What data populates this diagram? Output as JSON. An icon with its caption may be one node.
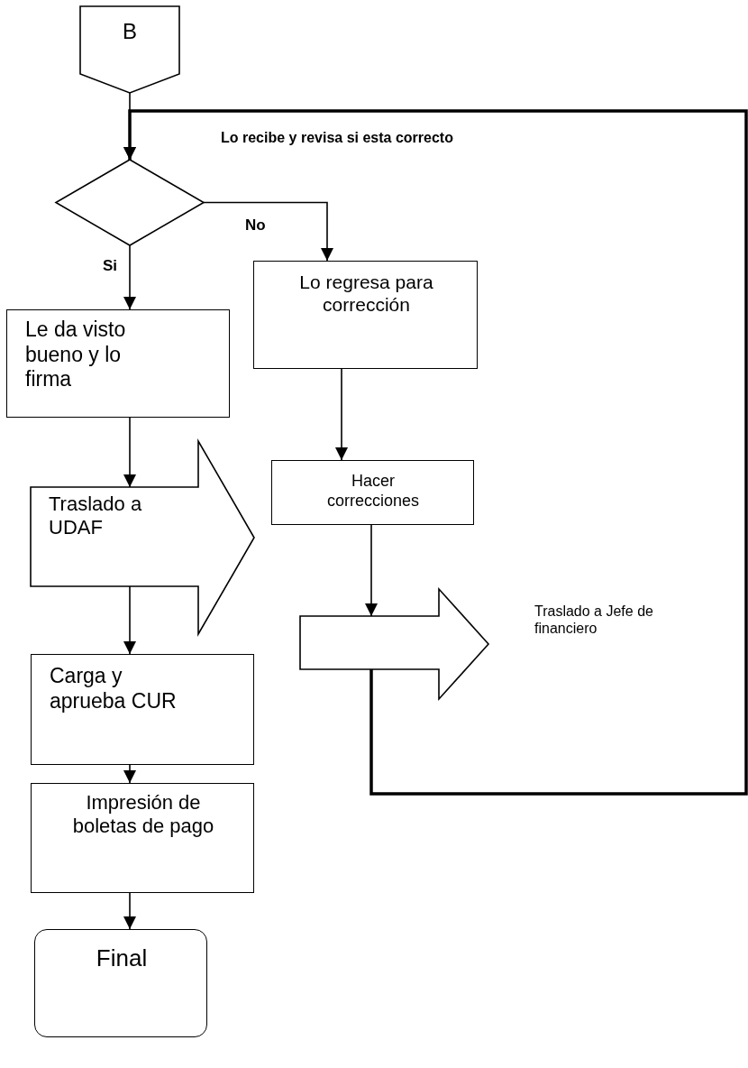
{
  "diagram": {
    "nodes": [
      {
        "text": [
          "B"
        ]
      },
      {
        "text": [],
        "shape": "diamond",
        "beside": [
          "Lo recibe y revisa si esta correcto"
        ]
      },
      {
        "text": [
          "Le da visto bueno y lo firma"
        ]
      },
      {
        "text": [
          "Lo regresa para corrección"
        ]
      },
      {
        "text": [
          "Traslado a UDAF"
        ]
      },
      {
        "text": [
          "Hacer correcciones"
        ]
      },
      {
        "text": [],
        "shape": "arrow",
        "beside": [
          "Traslado a Jefe de financiero"
        ]
      },
      {
        "text": [
          "Carga y aprueba CUR"
        ]
      },
      {
        "text": [
          "Impresión de boletas de pago"
        ]
      },
      {
        "text": [
          "Final"
        ]
      }
    ],
    "edges": [
      {
        "from": 0,
        "to": 1,
        "arrow": "to"
      },
      {
        "from": 1,
        "to": 2,
        "arrow": "to",
        "label": "Si"
      },
      {
        "from": 1,
        "to": 3,
        "arrow": "to",
        "label": "No"
      },
      {
        "from": 2,
        "to": 4,
        "arrow": "to"
      },
      {
        "from": 3,
        "to": 5,
        "arrow": "to"
      },
      {
        "from": 5,
        "to": 6,
        "arrow": "to"
      },
      {
        "from": 4,
        "to": 7,
        "arrow": "to"
      },
      {
        "from": 7,
        "to": 8,
        "arrow": "to"
      },
      {
        "from": 8,
        "to": 9,
        "arrow": "to"
      },
      {
        "from": 6,
        "to": 1,
        "arrow": "to",
        "style": "thick"
      }
    ]
  }
}
